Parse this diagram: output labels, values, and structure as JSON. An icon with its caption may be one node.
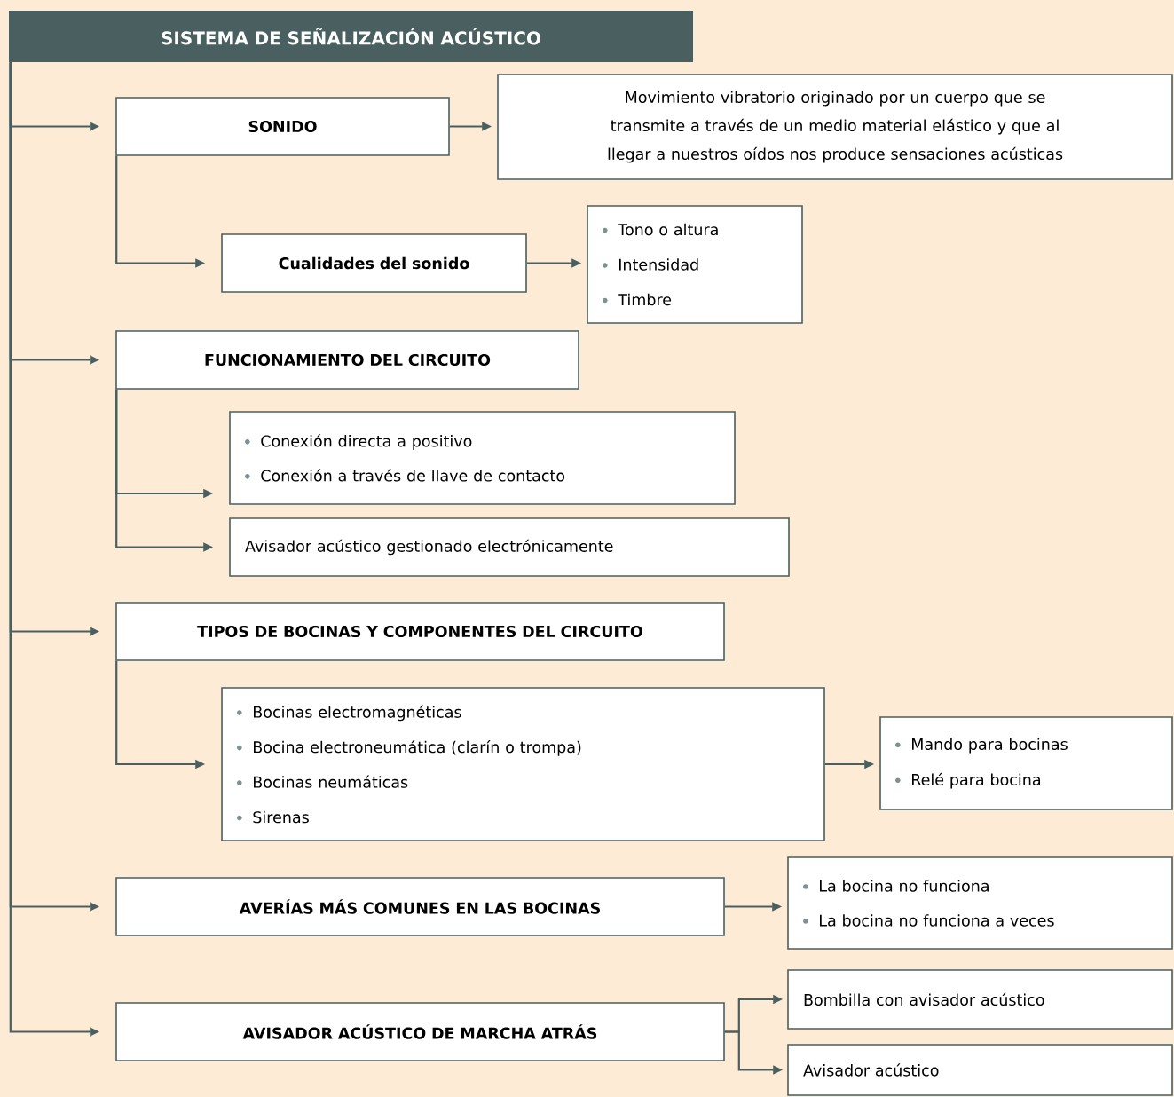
{
  "diagram": {
    "nodes": [
      {
        "text": [
          "SISTEMA DE SEÑALIZACIÓN ACÚSTICO"
        ]
      },
      {
        "text": [
          "SONIDO"
        ]
      },
      {
        "text": [
          "Movimiento vibratorio originado por un cuerpo que se transmite a través de un medio material elástico y que al llegar a nuestros oídos nos produce sensaciones acústicas"
        ]
      },
      {
        "text": [
          "Cualidades del sonido"
        ]
      },
      {
        "text": [
          "Tono o altura",
          "Intensidad",
          "Timbre"
        ]
      },
      {
        "text": [
          "FUNCIONAMIENTO DEL CIRCUITO"
        ]
      },
      {
        "text": [
          "Conexión directa a positivo",
          "Conexión a través de llave de contacto"
        ]
      },
      {
        "text": [
          "Avisador acústico gestionado electrónicamente"
        ]
      },
      {
        "text": [
          "TIPOS DE BOCINAS Y COMPONENTES DEL CIRCUITO"
        ]
      },
      {
        "text": [
          "Bocinas electromagnéticas",
          "Bocina electroneumática (clarín o trompa)",
          "Bocinas neumáticas",
          "Sirenas"
        ]
      },
      {
        "text": [
          "Mando para bocinas",
          "Relé para bocina"
        ]
      },
      {
        "text": [
          "AVERÍAS MÁS COMUNES EN LAS BOCINAS"
        ]
      },
      {
        "text": [
          "La bocina no funciona",
          "La bocina no funciona a veces"
        ]
      },
      {
        "text": [
          "AVISADOR ACÚSTICO DE MARCHA ATRÁS"
        ]
      },
      {
        "text": [
          "Bombilla con avisador acústico"
        ]
      },
      {
        "text": [
          "Avisador acústico"
        ]
      }
    ],
    "edges": [
      {
        "from": 0,
        "to": 1,
        "arrow": "to"
      },
      {
        "from": 0,
        "to": 5,
        "arrow": "to"
      },
      {
        "from": 0,
        "to": 8,
        "arrow": "to"
      },
      {
        "from": 0,
        "to": 11,
        "arrow": "to"
      },
      {
        "from": 0,
        "to": 13,
        "arrow": "to"
      },
      {
        "from": 1,
        "to": 2,
        "arrow": "to"
      },
      {
        "from": 1,
        "to": 3,
        "arrow": "to"
      },
      {
        "from": 3,
        "to": 4,
        "arrow": "to"
      },
      {
        "from": 5,
        "to": 6,
        "arrow": "to"
      },
      {
        "from": 5,
        "to": 7,
        "arrow": "to"
      },
      {
        "from": 8,
        "to": 9,
        "arrow": "to"
      },
      {
        "from": 9,
        "to": 10,
        "arrow": "to"
      },
      {
        "from": 11,
        "to": 12,
        "arrow": "to"
      },
      {
        "from": 13,
        "to": 14,
        "arrow": "to"
      },
      {
        "from": 13,
        "to": 15,
        "arrow": "to"
      }
    ]
  }
}
